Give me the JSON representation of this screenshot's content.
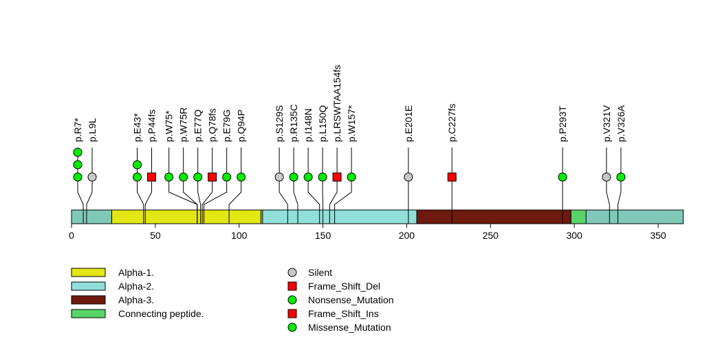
{
  "chart_data": {
    "type": "lollipop",
    "protein_length": 365,
    "xlim": [
      0,
      365
    ],
    "x_ticks": [
      0,
      50,
      100,
      150,
      200,
      250,
      300,
      350
    ],
    "base_color": "#80C8B8",
    "domains": [
      {
        "name": "Alpha-1.",
        "start": 24,
        "end": 113,
        "color": "#E2E612"
      },
      {
        "name": "Alpha-2.",
        "start": 114,
        "end": 206,
        "color": "#90E0D8"
      },
      {
        "name": "Alpha-3.",
        "start": 206,
        "end": 298,
        "color": "#6E1A0E"
      },
      {
        "name": "Connecting peptide.",
        "start": 298,
        "end": 307,
        "color": "#58D468"
      }
    ],
    "mutation_types": [
      {
        "name": "Silent",
        "shape": "circle",
        "color": "#C8C8C8"
      },
      {
        "name": "Frame_Shift_Del",
        "shape": "square",
        "color": "#FF0000"
      },
      {
        "name": "Nonsense_Mutation",
        "shape": "circle",
        "color": "#00EE00"
      },
      {
        "name": "Frame_Shift_Ins",
        "shape": "square",
        "color": "#FF0000"
      },
      {
        "name": "Missense_Mutation",
        "shape": "circle",
        "color": "#00EE00"
      }
    ],
    "mutations": [
      {
        "label": "p.R7*",
        "pos": 7,
        "type": "Nonsense_Mutation",
        "count": 3
      },
      {
        "label": "p.L9L",
        "pos": 9,
        "type": "Silent",
        "count": 1
      },
      {
        "label": "p.E43*",
        "pos": 43,
        "type": "Nonsense_Mutation",
        "count": 2
      },
      {
        "label": "p.P44fs",
        "pos": 44,
        "type": "Frame_Shift_Del",
        "count": 1
      },
      {
        "label": "p.W75*",
        "pos": 75,
        "type": "Nonsense_Mutation",
        "count": 1
      },
      {
        "label": "p.W75R",
        "pos": 75,
        "type": "Missense_Mutation",
        "count": 1
      },
      {
        "label": "p.E77Q",
        "pos": 77,
        "type": "Missense_Mutation",
        "count": 1
      },
      {
        "label": "p.Q78fs",
        "pos": 78,
        "type": "Frame_Shift_Del",
        "count": 1
      },
      {
        "label": "p.E79G",
        "pos": 79,
        "type": "Missense_Mutation",
        "count": 1
      },
      {
        "label": "p.Q94P",
        "pos": 94,
        "type": "Missense_Mutation",
        "count": 1
      },
      {
        "label": "p.S129S",
        "pos": 129,
        "type": "Silent",
        "count": 1
      },
      {
        "label": "p.R135C",
        "pos": 135,
        "type": "Missense_Mutation",
        "count": 1
      },
      {
        "label": "p.I148N",
        "pos": 148,
        "type": "Missense_Mutation",
        "count": 1
      },
      {
        "label": "p.L150Q",
        "pos": 150,
        "type": "Missense_Mutation",
        "count": 1
      },
      {
        "label": "p.LRSWTAA154fs",
        "pos": 154,
        "type": "Frame_Shift_Del",
        "count": 1
      },
      {
        "label": "p.W157*",
        "pos": 157,
        "type": "Nonsense_Mutation",
        "count": 1
      },
      {
        "label": "p.E201E",
        "pos": 201,
        "type": "Silent",
        "count": 1
      },
      {
        "label": "p.C227fs",
        "pos": 227,
        "type": "Frame_Shift_Del",
        "count": 1
      },
      {
        "label": "p.P293T",
        "pos": 293,
        "type": "Missense_Mutation",
        "count": 1
      },
      {
        "label": "p.V321V",
        "pos": 321,
        "type": "Silent",
        "count": 1
      },
      {
        "label": "p.V326A",
        "pos": 326,
        "type": "Missense_Mutation",
        "count": 1
      }
    ]
  }
}
